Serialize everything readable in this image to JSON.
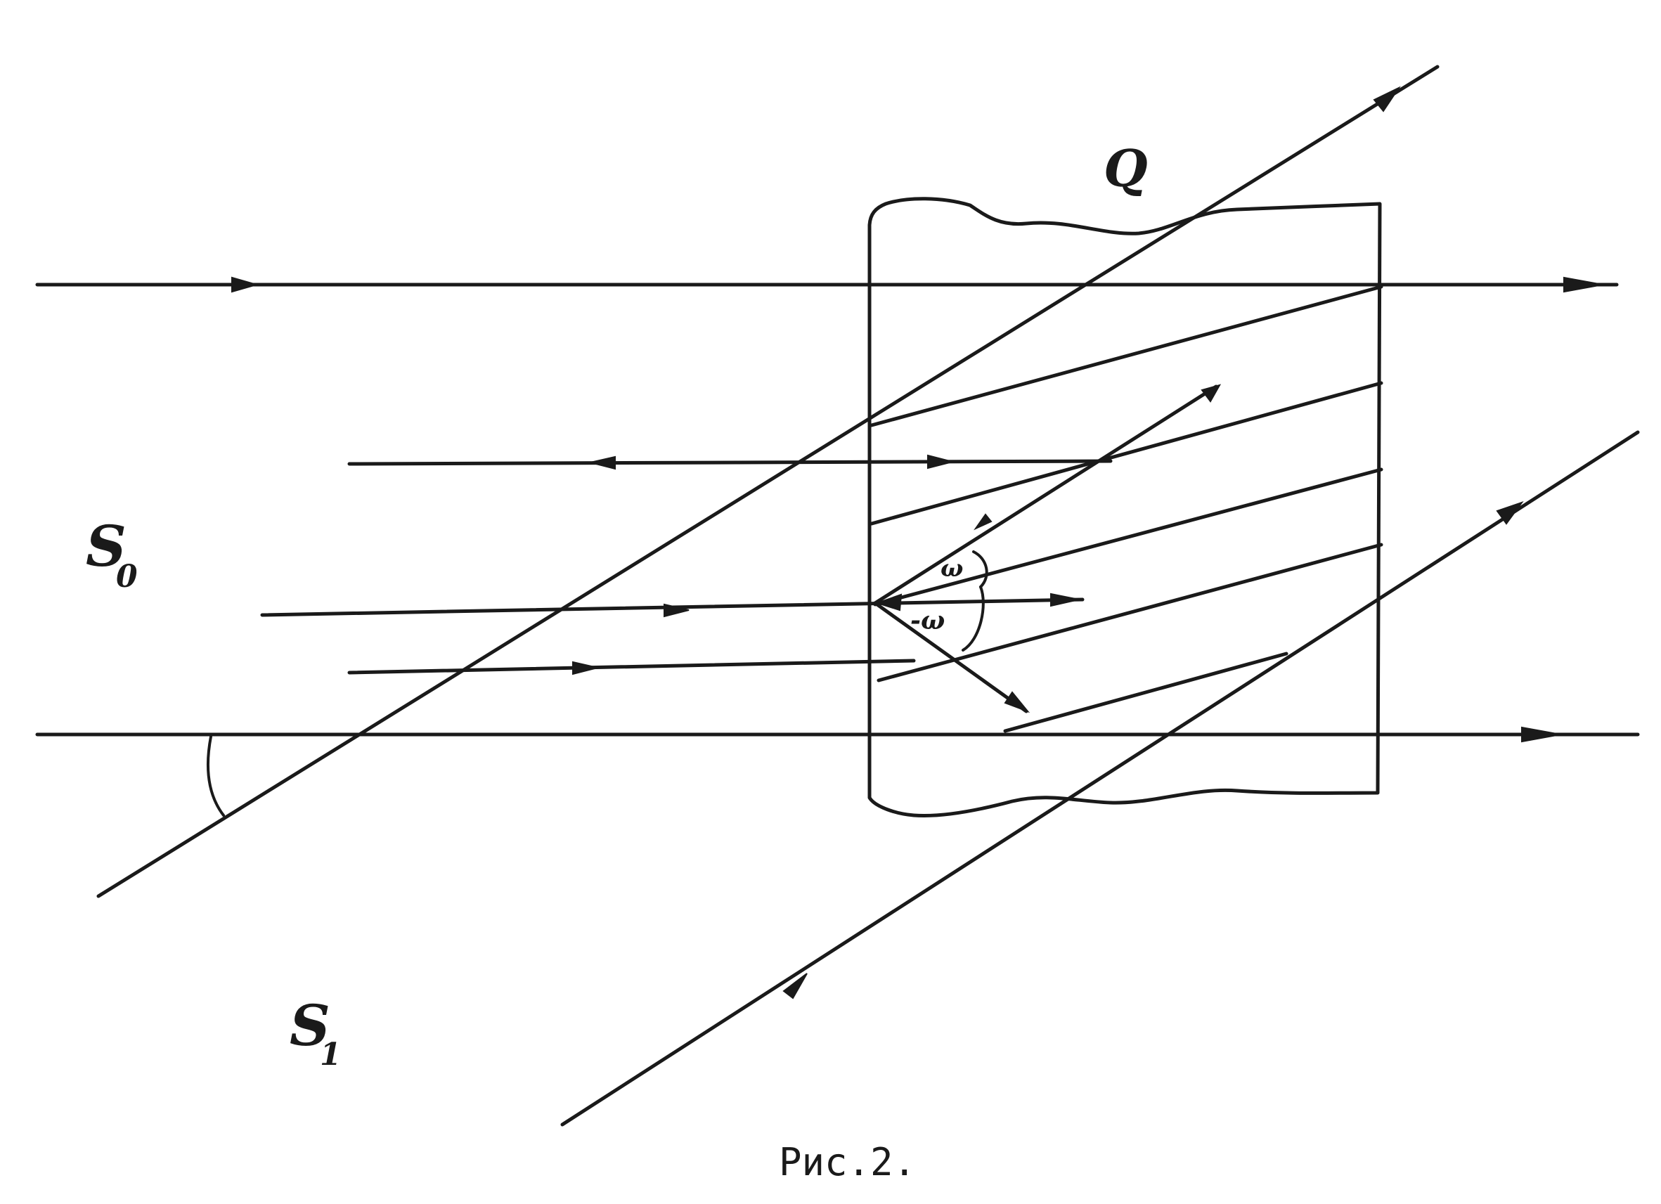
{
  "labels": {
    "q": "Q",
    "s0": "S",
    "s0_sub": "0",
    "s1": "S",
    "s1_sub": "1",
    "omega": "ω",
    "minus_omega": "-ω"
  },
  "caption": "Рис.2."
}
